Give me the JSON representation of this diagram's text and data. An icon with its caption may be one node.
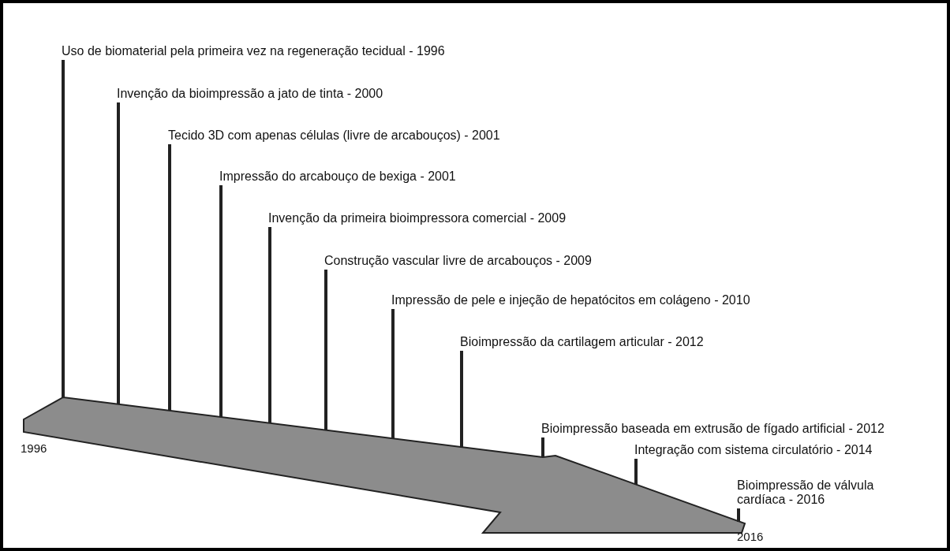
{
  "diagram": {
    "nodes": [
      {
        "text": [
          "Uso de biomaterial pela primeira vez na regeneração tecidual  - 1996"
        ]
      },
      {
        "text": [
          "Invenção da bioimpressão a jato de tinta  - 2000"
        ]
      },
      {
        "text": [
          "Tecido 3D com apenas células (livre de arcabouços) - 2001"
        ]
      },
      {
        "text": [
          "Impressão do arcabouço de bexiga  - 2001"
        ]
      },
      {
        "text": [
          "Invenção da primeira bioimpressora comercial  - 2009"
        ]
      },
      {
        "text": [
          "Construção vascular livre de arcabouços  - 2009"
        ]
      },
      {
        "text": [
          "Impressão de pele e injeção de hepatócitos em colágeno  - 2010"
        ]
      },
      {
        "text": [
          "Bioimpressão da cartilagem articular  - 2012"
        ]
      },
      {
        "text": [
          "Bioimpressão baseada em extrusão de fígado artificial - 2012"
        ]
      },
      {
        "text": [
          "Integração com sistema circulatório  - 2014"
        ]
      },
      {
        "text": [
          "Bioimpressão de válvula cardíaca - 2016"
        ]
      },
      {
        "text": [],
        "shape": "arrow"
      }
    ],
    "edges": [
      {
        "from": 0,
        "to": 11,
        "arrow": "none"
      },
      {
        "from": 1,
        "to": 11,
        "arrow": "none"
      },
      {
        "from": 2,
        "to": 11,
        "arrow": "none"
      },
      {
        "from": 3,
        "to": 11,
        "arrow": "none"
      },
      {
        "from": 4,
        "to": 11,
        "arrow": "none"
      },
      {
        "from": 5,
        "to": 11,
        "arrow": "none"
      },
      {
        "from": 6,
        "to": 11,
        "arrow": "none"
      },
      {
        "from": 7,
        "to": 11,
        "arrow": "none"
      },
      {
        "from": 8,
        "to": 11,
        "arrow": "none"
      },
      {
        "from": 9,
        "to": 11,
        "arrow": "none"
      },
      {
        "from": 10,
        "to": 11,
        "arrow": "none"
      }
    ],
    "labels": [
      "1996",
      "2016"
    ]
  }
}
